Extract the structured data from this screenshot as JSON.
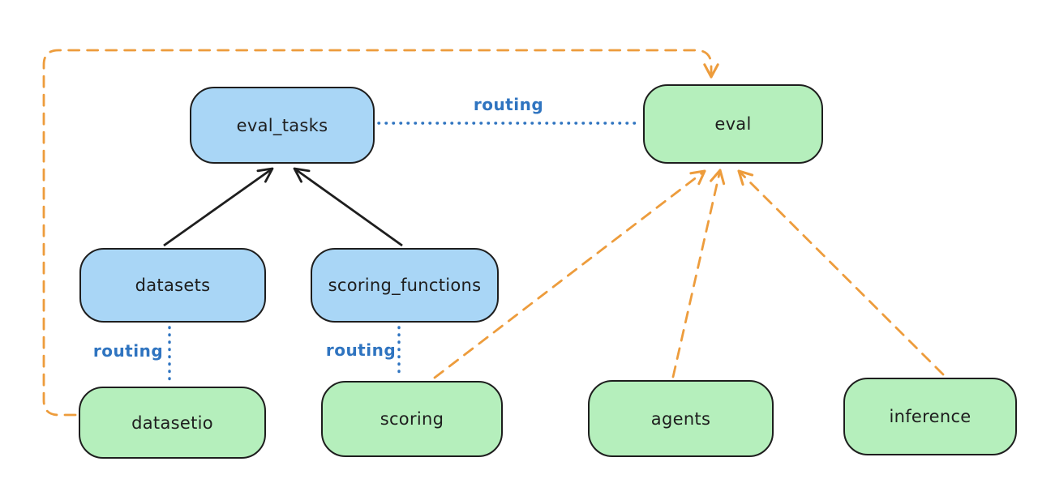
{
  "diagram": {
    "nodes": {
      "eval_tasks": {
        "label": "eval_tasks",
        "fill": "blue"
      },
      "eval": {
        "label": "eval",
        "fill": "green"
      },
      "datasets": {
        "label": "datasets",
        "fill": "blue"
      },
      "scoring_functions": {
        "label": "scoring_functions",
        "fill": "blue"
      },
      "datasetio": {
        "label": "datasetio",
        "fill": "green"
      },
      "scoring": {
        "label": "scoring",
        "fill": "green"
      },
      "agents": {
        "label": "agents",
        "fill": "green"
      },
      "inference": {
        "label": "inference",
        "fill": "green"
      }
    },
    "edges": [
      {
        "from": "datasets",
        "to": "eval_tasks",
        "style": "solid",
        "arrow": true,
        "color": "#1e1e1e",
        "label": ""
      },
      {
        "from": "scoring_functions",
        "to": "eval_tasks",
        "style": "solid",
        "arrow": true,
        "color": "#1e1e1e",
        "label": ""
      },
      {
        "from": "eval_tasks",
        "to": "eval",
        "style": "dotted",
        "arrow": false,
        "color": "#2f74c0",
        "label": "routing"
      },
      {
        "from": "datasets",
        "to": "datasetio",
        "style": "dotted",
        "arrow": false,
        "color": "#2f74c0",
        "label": "routing"
      },
      {
        "from": "scoring_functions",
        "to": "scoring",
        "style": "dotted",
        "arrow": false,
        "color": "#2f74c0",
        "label": "routing"
      },
      {
        "from": "datasetio",
        "to": "eval",
        "style": "dashed",
        "arrow": true,
        "color": "#ed9c3c",
        "label": ""
      },
      {
        "from": "scoring",
        "to": "eval",
        "style": "dashed",
        "arrow": true,
        "color": "#ed9c3c",
        "label": ""
      },
      {
        "from": "agents",
        "to": "eval",
        "style": "dashed",
        "arrow": true,
        "color": "#ed9c3c",
        "label": ""
      },
      {
        "from": "inference",
        "to": "eval",
        "style": "dashed",
        "arrow": true,
        "color": "#ed9c3c",
        "label": ""
      }
    ],
    "colors": {
      "background": "#ffffff",
      "node_stroke": "#1e1e1e",
      "blue_fill": "#a9d6f6",
      "green_fill": "#b5efbc",
      "routing_blue": "#2f74c0",
      "dashed_orange": "#ed9c3c",
      "text": "#1e1e1e"
    }
  }
}
